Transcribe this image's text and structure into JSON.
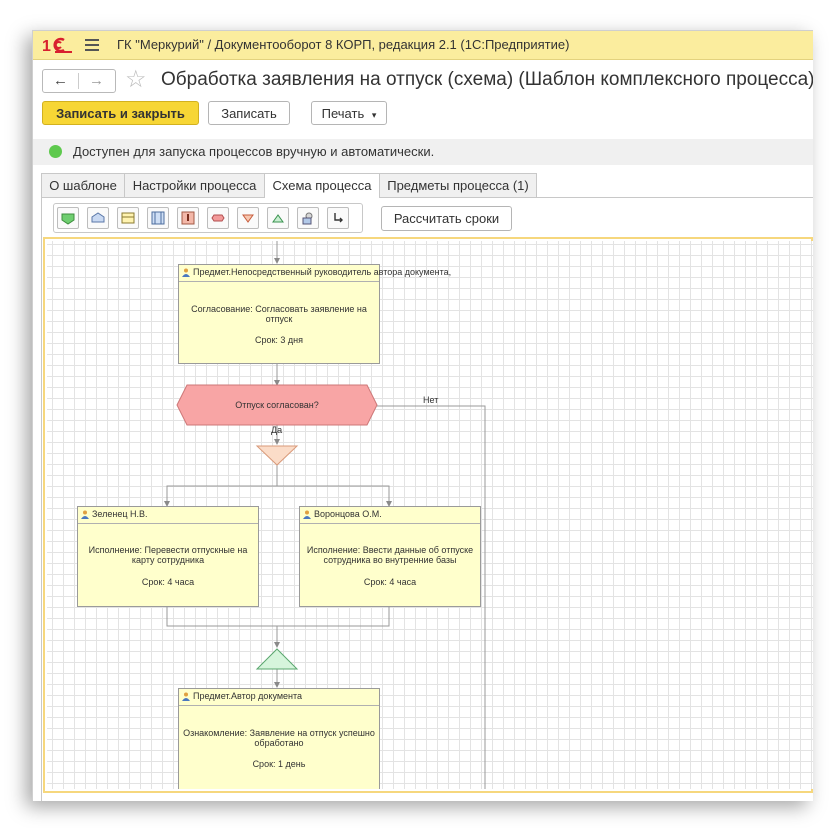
{
  "app": {
    "title": "ГК \"Меркурий\" / Документооборот 8 КОРП, редакция 2.1  (1С:Предприятие)",
    "logo_text": "1С"
  },
  "nav": {
    "back": "←",
    "forward": "→"
  },
  "document": {
    "title": "Обработка заявления на отпуск (схема) (Шаблон комплексного процесса)"
  },
  "toolbar": {
    "save_close": "Записать и закрыть",
    "save": "Записать",
    "print": "Печать",
    "print_arrow": "▾"
  },
  "status": {
    "text": "Доступен для запуска процессов вручную и автоматически.",
    "color": "#5ec94d"
  },
  "tabs": [
    {
      "label": "О шаблоне"
    },
    {
      "label": "Настройки процесса"
    },
    {
      "label": "Схема процесса"
    },
    {
      "label": "Предметы процесса (1)"
    }
  ],
  "scheme_toolbar": {
    "tools": [
      "start-icon",
      "end-icon",
      "action-icon",
      "subprocess-icon",
      "step-icon",
      "condition-icon",
      "split-icon",
      "join-icon",
      "processing-icon",
      "connector-icon"
    ],
    "calc_button": "Рассчитать сроки"
  },
  "diagram": {
    "node1": {
      "performer": "Предмет.Непосредственный руководитель автора документа,",
      "task": "Согласование: Согласовать заявление на отпуск",
      "due": "Срок: 3 дня"
    },
    "condition": {
      "label": "Отпуск согласован?",
      "yes": "Да",
      "no": "Нет"
    },
    "node2": {
      "performer": "Зеленец Н.В.",
      "task": "Исполнение: Перевести отпускные на карту сотрудника",
      "due": "Срок: 4 часа"
    },
    "node3": {
      "performer": "Воронцова О.М.",
      "task": "Исполнение: Ввести данные об отпуске сотрудника во внутренние базы",
      "due": "Срок: 4 часа"
    },
    "node4": {
      "performer": "Предмет.Автор документа",
      "task": "Ознакомление: Заявление на отпуск успешно обработано",
      "due": "Срок: 1 день"
    }
  },
  "colors": {
    "titlebar": "#fbed9e",
    "primary_button": "#f7d635",
    "node_fill": "#ffffcc",
    "condition_fill": "#f8a5a5",
    "split_fill": "#fbdcc8",
    "join_fill": "#d6f5dc"
  }
}
